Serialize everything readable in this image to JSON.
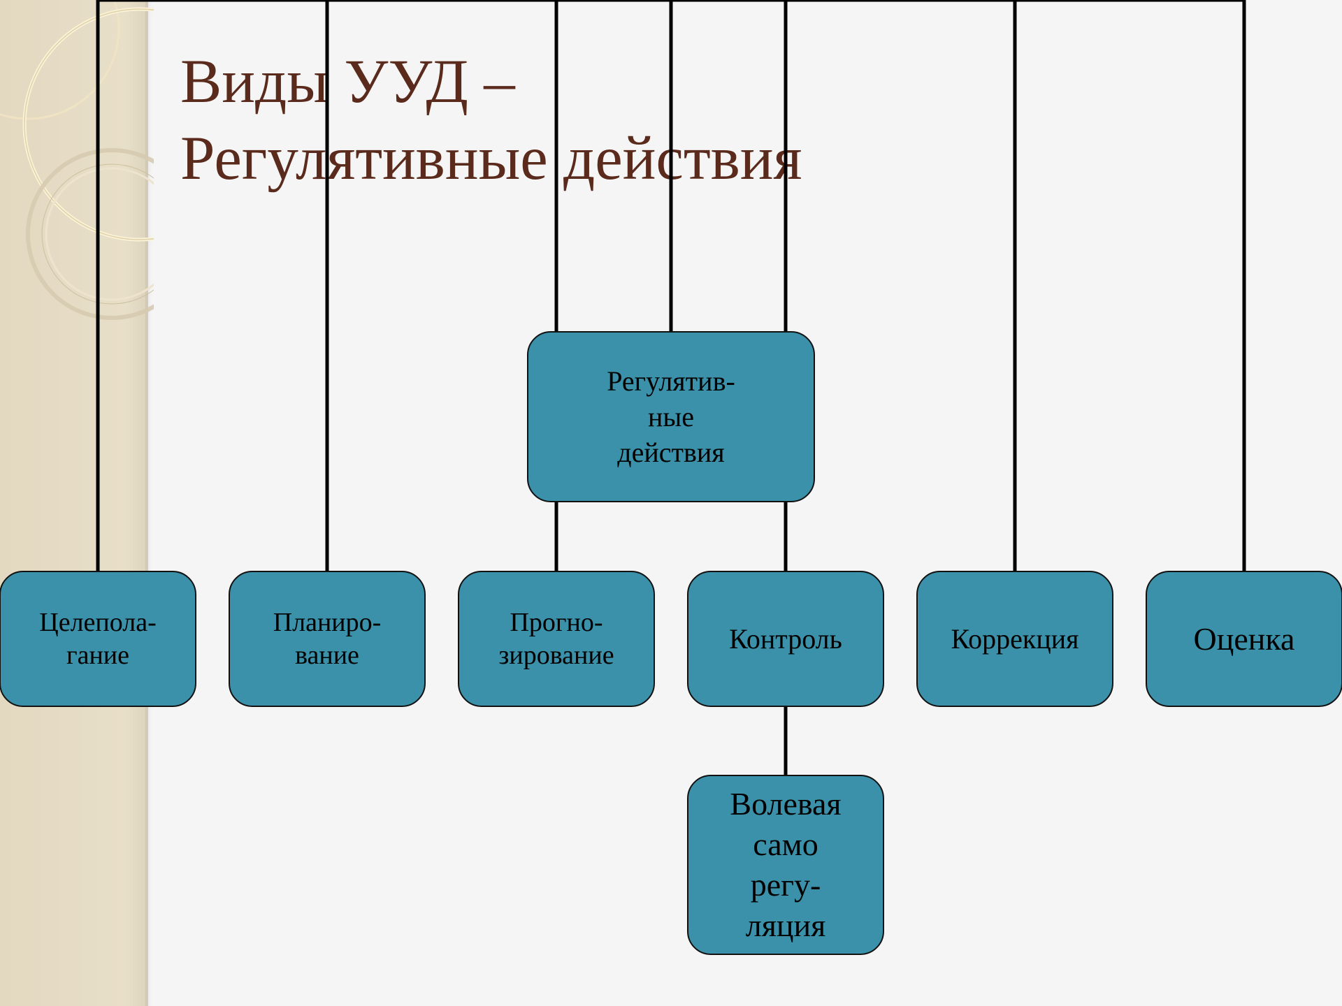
{
  "title": {
    "line1": "Виды УУД –",
    "line2": "Регулятивные действия"
  },
  "diagram": {
    "root": {
      "lines": [
        "Регулятив-",
        "ные",
        "действия"
      ]
    },
    "children": [
      {
        "lines": [
          "Целепола-",
          "гание"
        ]
      },
      {
        "lines": [
          "Планиро-",
          "вание"
        ]
      },
      {
        "lines": [
          "Прогно-",
          "зирование"
        ]
      },
      {
        "lines": [
          "Контроль"
        ]
      },
      {
        "lines": [
          "Коррекция"
        ]
      },
      {
        "lines": [
          "Оценка"
        ]
      }
    ],
    "sub_child_of_control": {
      "lines": [
        "Волевая",
        "само",
        "регу-",
        "ляция"
      ]
    }
  },
  "colors": {
    "background": "#f5f5f5",
    "side_panel": "#e5dcc5",
    "title_text": "#5a2a1c",
    "node_fill": "#3a91a9",
    "node_border": "#111111",
    "connector": "#000000"
  }
}
